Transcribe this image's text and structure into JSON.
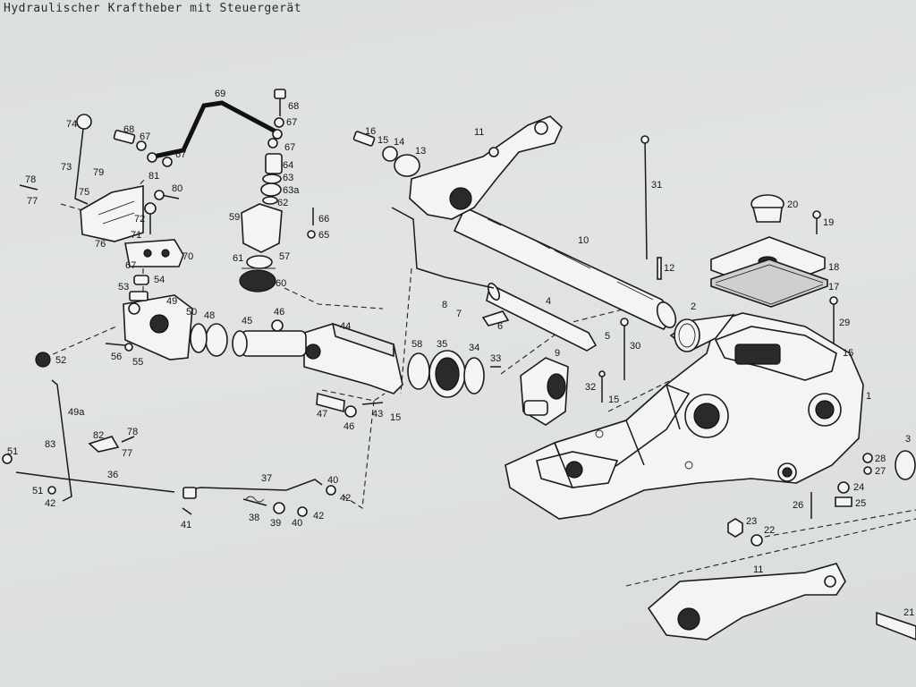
{
  "title": "Hydraulischer Kraftheber mit Steuergerät",
  "labels": {
    "p1": "1",
    "p2": "2",
    "p3": "3",
    "p4": "4",
    "p5": "5",
    "p6": "6",
    "p7": "7",
    "p8": "8",
    "p9": "9",
    "p10": "10",
    "p11a": "11",
    "p11b": "11",
    "p12": "12",
    "p13": "13",
    "p14": "14",
    "p15a": "15",
    "p15b": "15",
    "p15c": "15",
    "p15d": "15",
    "p16": "16",
    "p17": "17",
    "p18": "18",
    "p19": "19",
    "p20": "20",
    "p21": "21",
    "p22": "22",
    "p23": "23",
    "p24": "24",
    "p25": "25",
    "p26": "26",
    "p27": "27",
    "p28": "28",
    "p29": "29",
    "p30": "30",
    "p31": "31",
    "p32": "32",
    "p33": "33",
    "p34": "34",
    "p35": "35",
    "p36": "36",
    "p37": "37",
    "p38": "38",
    "p39": "39",
    "p40a": "40",
    "p40b": "40",
    "p41": "41",
    "p42a": "42",
    "p42b": "42",
    "p42c": "42",
    "p43": "43",
    "p44": "44",
    "p45": "45",
    "p46a": "46",
    "p46b": "46",
    "p47": "47",
    "p48": "48",
    "p49": "49",
    "p49a": "49a",
    "p50": "50",
    "p51a": "51",
    "p51b": "51",
    "p52": "52",
    "p53": "53",
    "p54": "54",
    "p55": "55",
    "p56": "56",
    "p57": "57",
    "p58": "58",
    "p59": "59",
    "p60": "60",
    "p61": "61",
    "p62": "62",
    "p63": "63",
    "p63a": "63a",
    "p64": "64",
    "p65": "65",
    "p66": "66",
    "p67a": "67",
    "p67b": "67",
    "p67c": "67",
    "p67d": "67",
    "p67e": "67",
    "p68a": "68",
    "p68b": "68",
    "p69": "69",
    "p70": "70",
    "p71": "71",
    "p72": "72",
    "p73": "73",
    "p74": "74",
    "p75": "75",
    "p76": "76",
    "p77a": "77",
    "p77b": "77",
    "p78a": "78",
    "p78b": "78",
    "p79": "79",
    "p80": "80",
    "p81": "81",
    "p82": "82",
    "p83": "83"
  }
}
